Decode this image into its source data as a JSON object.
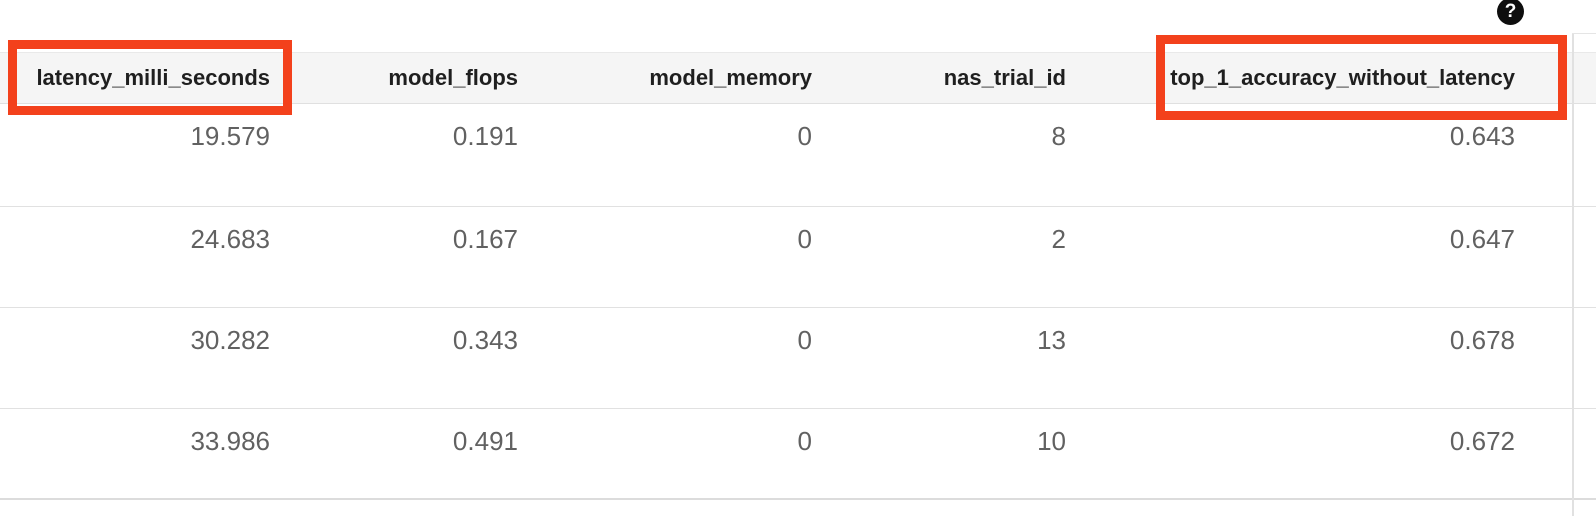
{
  "help": {
    "glyph": "?"
  },
  "table": {
    "columns": [
      {
        "id": "latency_milli_seconds",
        "label": "latency_milli_seconds",
        "highlighted": true
      },
      {
        "id": "model_flops",
        "label": "model_flops",
        "highlighted": false
      },
      {
        "id": "model_memory",
        "label": "model_memory",
        "highlighted": false
      },
      {
        "id": "nas_trial_id",
        "label": "nas_trial_id",
        "highlighted": false
      },
      {
        "id": "top_1_accuracy_without_latency",
        "label": "top_1_accuracy_without_latency",
        "highlighted": true
      }
    ],
    "rows": [
      {
        "latency_milli_seconds": "19.579",
        "model_flops": "0.191",
        "model_memory": "0",
        "nas_trial_id": "8",
        "top_1_accuracy_without_latency": "0.643"
      },
      {
        "latency_milli_seconds": "24.683",
        "model_flops": "0.167",
        "model_memory": "0",
        "nas_trial_id": "2",
        "top_1_accuracy_without_latency": "0.647"
      },
      {
        "latency_milli_seconds": "30.282",
        "model_flops": "0.343",
        "model_memory": "0",
        "nas_trial_id": "13",
        "top_1_accuracy_without_latency": "0.678"
      },
      {
        "latency_milli_seconds": "33.986",
        "model_flops": "0.491",
        "model_memory": "0",
        "nas_trial_id": "10",
        "top_1_accuracy_without_latency": "0.672"
      }
    ]
  },
  "colors": {
    "highlight": "#f3411c",
    "header_bg": "#f5f5f5",
    "header_text": "#1f1f1f",
    "data_text": "#616161",
    "divider": "#e1e1e1",
    "help_icon_bg": "#0e0e0e"
  }
}
